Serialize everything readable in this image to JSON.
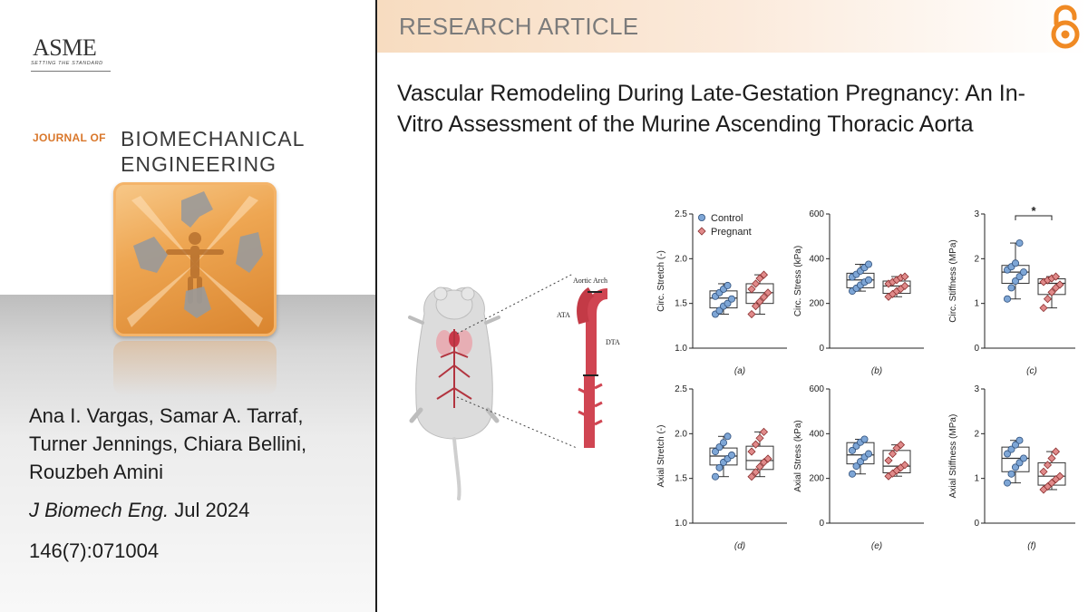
{
  "publisher": {
    "logo_text": "ASME",
    "tagline": "SETTING THE STANDARD"
  },
  "journal": {
    "prefix": "JOURNAL OF",
    "name_line1": "BIOMECHANICAL",
    "name_line2": "ENGINEERING"
  },
  "banner": {
    "label": "RESEARCH ARTICLE",
    "open_access_icon": "open-access-icon"
  },
  "article": {
    "title": "Vascular Remodeling During Late-Gestation Pregnancy: An In-Vitro Assessment of the Murine Ascending Thoracic Aorta",
    "authors": "Ana I. Vargas, Samar A. Tarraf, Turner Jennings, Chiara Bellini, Rouzbeh Amini",
    "journal_abbrev": "J Biomech Eng.",
    "date": "Jul 2024",
    "volume": "146(7):071004"
  },
  "colors": {
    "accent": "#d9772b",
    "control": "#7ea6d6",
    "pregnant": "#e08a8a"
  },
  "illustration": {
    "labels": [
      "Aortic Arch",
      "ATA",
      "DTA"
    ]
  },
  "chart_data": [
    {
      "type": "box",
      "panel": "(a)",
      "ylabel": "Circ. Stretch (-)",
      "ylim": [
        1.0,
        2.5
      ],
      "yticks": [
        "1.0",
        "1.5",
        "2.0",
        "2.5"
      ],
      "legend": [
        "Control",
        "Pregnant"
      ],
      "series": [
        {
          "name": "Control",
          "box": {
            "min": 1.38,
            "q1": 1.45,
            "median": 1.56,
            "q3": 1.64,
            "max": 1.72
          },
          "points": [
            1.38,
            1.42,
            1.47,
            1.5,
            1.55,
            1.58,
            1.62,
            1.66,
            1.7
          ]
        },
        {
          "name": "Pregnant",
          "box": {
            "min": 1.38,
            "q1": 1.5,
            "median": 1.62,
            "q3": 1.72,
            "max": 1.82
          },
          "points": [
            1.38,
            1.47,
            1.52,
            1.57,
            1.62,
            1.66,
            1.72,
            1.78,
            1.82
          ]
        }
      ]
    },
    {
      "type": "box",
      "panel": "(b)",
      "ylabel": "Circ. Stress (kPa)",
      "ylim": [
        0,
        600
      ],
      "yticks": [
        "0",
        "200",
        "400",
        "600"
      ],
      "series": [
        {
          "name": "Control",
          "box": {
            "min": 255,
            "q1": 270,
            "median": 305,
            "q3": 335,
            "max": 375
          },
          "points": [
            255,
            268,
            282,
            295,
            305,
            318,
            330,
            345,
            360,
            375
          ]
        },
        {
          "name": "Pregnant",
          "box": {
            "min": 230,
            "q1": 245,
            "median": 278,
            "q3": 300,
            "max": 320
          },
          "points": [
            230,
            242,
            255,
            265,
            278,
            288,
            296,
            305,
            315,
            320
          ]
        }
      ]
    },
    {
      "type": "box",
      "panel": "(c)",
      "ylabel": "Circ. Stiffness (MPa)",
      "ylim": [
        0,
        3
      ],
      "yticks": [
        "0",
        "1",
        "2",
        "3"
      ],
      "annotation": "*",
      "series": [
        {
          "name": "Control",
          "box": {
            "min": 1.1,
            "q1": 1.45,
            "median": 1.7,
            "q3": 1.85,
            "max": 2.35
          },
          "points": [
            1.1,
            1.35,
            1.5,
            1.6,
            1.7,
            1.75,
            1.82,
            1.9,
            2.35
          ]
        },
        {
          "name": "Pregnant",
          "box": {
            "min": 0.9,
            "q1": 1.2,
            "median": 1.45,
            "q3": 1.55,
            "max": 1.6
          },
          "points": [
            0.9,
            1.1,
            1.25,
            1.35,
            1.42,
            1.48,
            1.52,
            1.56,
            1.6
          ]
        }
      ]
    },
    {
      "type": "box",
      "panel": "(d)",
      "ylabel": "Axial Stretch (-)",
      "ylim": [
        1.0,
        2.5
      ],
      "yticks": [
        "1.0",
        "1.5",
        "2.0",
        "2.5"
      ],
      "series": [
        {
          "name": "Control",
          "box": {
            "min": 1.52,
            "q1": 1.65,
            "median": 1.75,
            "q3": 1.84,
            "max": 1.97
          },
          "points": [
            1.52,
            1.62,
            1.68,
            1.72,
            1.76,
            1.8,
            1.85,
            1.9,
            1.97
          ]
        },
        {
          "name": "Pregnant",
          "box": {
            "min": 1.52,
            "q1": 1.6,
            "median": 1.7,
            "q3": 1.86,
            "max": 2.02
          },
          "points": [
            1.52,
            1.57,
            1.63,
            1.68,
            1.72,
            1.8,
            1.88,
            1.95,
            2.02
          ]
        }
      ]
    },
    {
      "type": "box",
      "panel": "(e)",
      "ylabel": "Axial Stress (kPa)",
      "ylim": [
        0,
        600
      ],
      "yticks": [
        "0",
        "200",
        "400",
        "600"
      ],
      "series": [
        {
          "name": "Control",
          "box": {
            "min": 220,
            "q1": 265,
            "median": 305,
            "q3": 360,
            "max": 375
          },
          "points": [
            220,
            255,
            275,
            295,
            310,
            325,
            345,
            362,
            375
          ]
        },
        {
          "name": "Pregnant",
          "box": {
            "min": 210,
            "q1": 225,
            "median": 255,
            "q3": 325,
            "max": 350
          },
          "points": [
            210,
            222,
            235,
            248,
            260,
            280,
            310,
            335,
            350
          ]
        }
      ]
    },
    {
      "type": "box",
      "panel": "(f)",
      "ylabel": "Axial Stiffness (MPa)",
      "ylim": [
        0,
        3
      ],
      "yticks": [
        "0",
        "1",
        "2",
        "3"
      ],
      "series": [
        {
          "name": "Control",
          "box": {
            "min": 0.9,
            "q1": 1.15,
            "median": 1.45,
            "q3": 1.7,
            "max": 1.85
          },
          "points": [
            0.9,
            1.1,
            1.25,
            1.35,
            1.45,
            1.55,
            1.65,
            1.75,
            1.85
          ]
        },
        {
          "name": "Pregnant",
          "box": {
            "min": 0.75,
            "q1": 0.85,
            "median": 1.05,
            "q3": 1.35,
            "max": 1.6
          },
          "points": [
            0.75,
            0.82,
            0.9,
            0.98,
            1.05,
            1.15,
            1.3,
            1.45,
            1.6
          ]
        }
      ]
    }
  ]
}
